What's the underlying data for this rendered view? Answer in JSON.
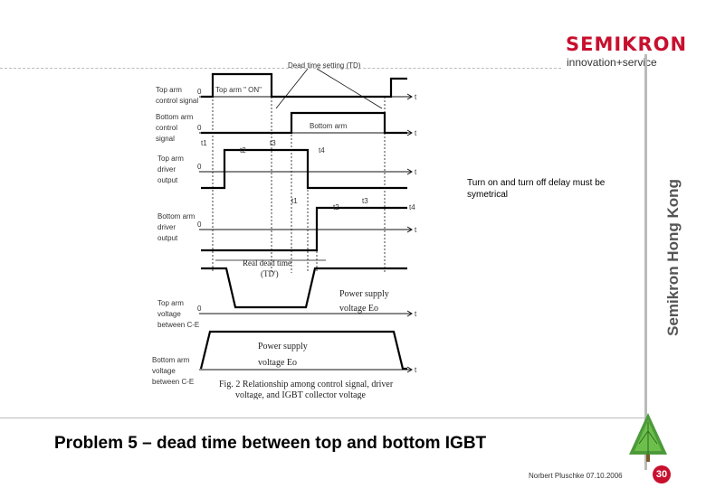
{
  "logo": {
    "word": "SEMIKRON",
    "tagline": "innovation+service"
  },
  "side_text": "Semikron Hong Kong",
  "note": "Turn on and turn off delay must be symetrical",
  "title": "Problem 5 – dead time between top and bottom IGBT",
  "footer": {
    "author_date": "Norbert Pluschke 07.10.2006",
    "page_number": "30"
  },
  "diagram": {
    "dead_time_label": "Dead time setting (TD)",
    "top_on_label": "Top arm \" ON\"",
    "bottom_on_label": "Bottom arm",
    "row_labels": {
      "r1": [
        "Top arm",
        "control signal"
      ],
      "r2": [
        "Bottom arm",
        "control",
        "signal"
      ],
      "r3": [
        "Top arm",
        "driver",
        "output"
      ],
      "r4": [
        "Bottom arm",
        "driver",
        "output"
      ],
      "r5": [
        "Top arm",
        "voltage",
        "between C-E"
      ],
      "r6": [
        "Bottom arm",
        "voltage",
        "between C-E"
      ]
    },
    "zero": "0",
    "t_axis": "t",
    "t1": "t1",
    "t2": "t2",
    "t3": "t3",
    "t4": "t4",
    "real_dead_time": [
      "Real dead time",
      "(TD')"
    ],
    "power_top": [
      "Power supply",
      "voltage Eo"
    ],
    "power_bottom": [
      "Power supply",
      "voltage Eo"
    ],
    "caption": [
      "Fig. 2 Relationship among control signal, driver",
      "voltage, and IGBT collector voltage"
    ]
  }
}
